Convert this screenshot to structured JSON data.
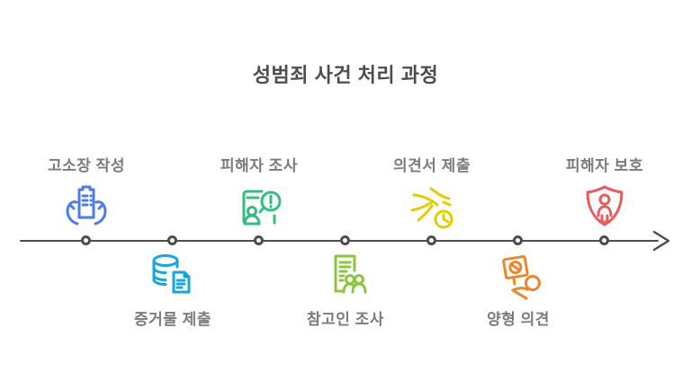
{
  "title": "성범죄 사건 처리 과정",
  "timeline": {
    "line_color": "#4d4d4d",
    "node_color": "#4d4d4d",
    "label_color": "#7b7b7b",
    "title_color": "#4c4c4c",
    "direction": "left-to-right-arrow",
    "steps": [
      {
        "label": "고소장 작성",
        "position": "top",
        "icon": "complaint-document-hands-icon",
        "color": "#4a7de8"
      },
      {
        "label": "증거물 제출",
        "position": "bottom",
        "icon": "evidence-database-document-icon",
        "color": "#17a6db"
      },
      {
        "label": "피해자 조사",
        "position": "top",
        "icon": "victim-interview-alert-icon",
        "color": "#35bd7d"
      },
      {
        "label": "참고인 조사",
        "position": "bottom",
        "icon": "witness-document-people-icon",
        "color": "#8cc63f"
      },
      {
        "label": "의견서 제출",
        "position": "top",
        "icon": "opinion-speed-clock-icon",
        "color": "#e0ce00"
      },
      {
        "label": "양형 의견",
        "position": "bottom",
        "icon": "sentencing-card-coin-icon",
        "color": "#e8872d"
      },
      {
        "label": "피해자 보호",
        "position": "top",
        "icon": "victim-protection-shield-icon",
        "color": "#e85c5c"
      }
    ]
  }
}
